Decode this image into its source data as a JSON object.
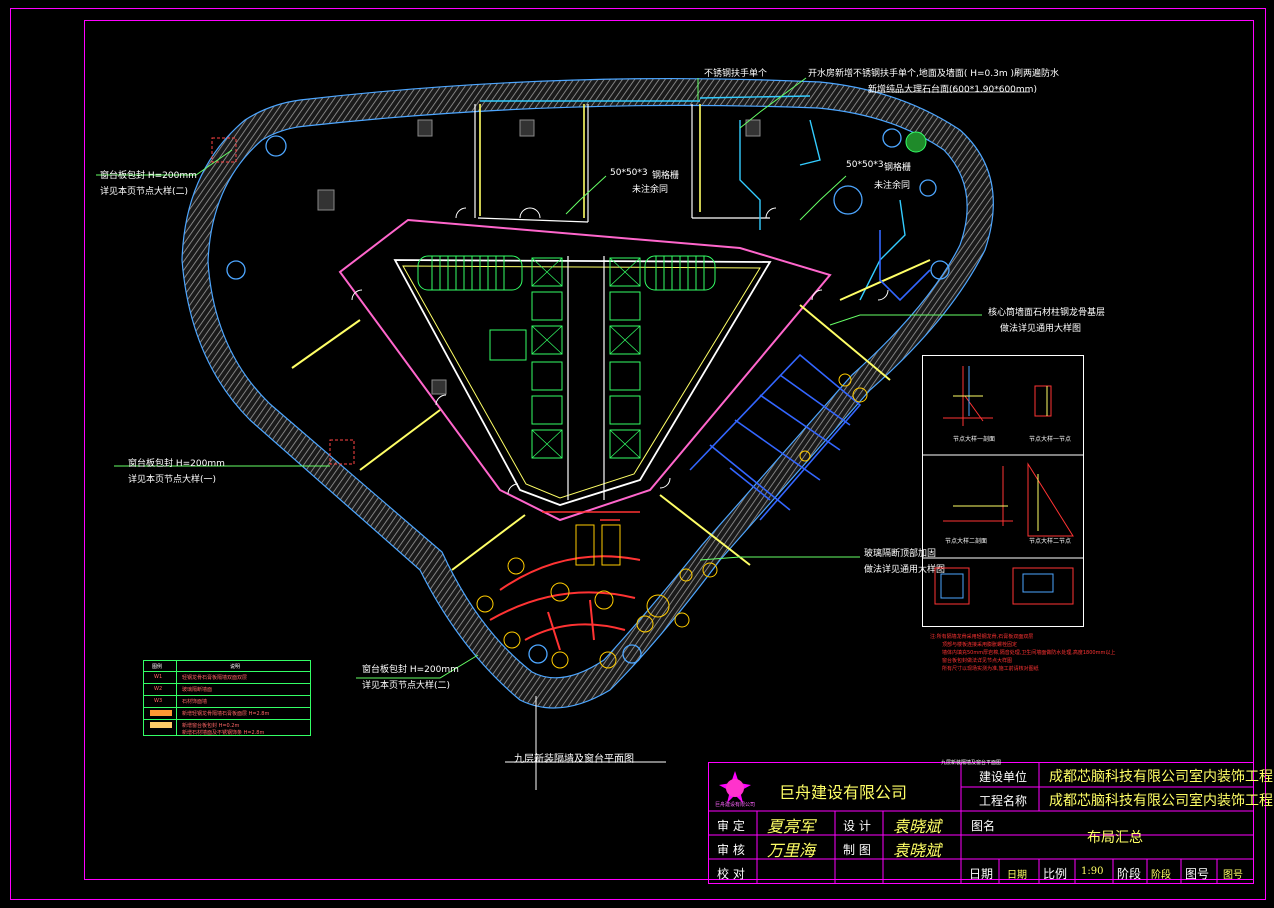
{
  "labels": {
    "window_seal_2": "窗台板包封 H=200mm",
    "window_seal_2_ref": "详见本页节点大样(二)",
    "window_seal_1": "窗台板包封 H=200mm",
    "window_seal_1_ref": "详见本页节点大样(一)",
    "window_seal_3": "窗台板包封 H=200mm",
    "window_seal_3_ref": "详见本页节点大样(二)",
    "stainless_handrail": "不锈钢扶手单个",
    "water_room_note": "开水房新增不锈钢扶手单个,地面及墙面( H=0.3m )刷两遍防水",
    "marble_counter": "新增纯品大理石台面(600*1.90*600mm)",
    "steel_a": "50*50*3",
    "steel_a2": "钢格栅",
    "steel_a3": "未注余同",
    "steel_b": "50*50*3",
    "steel_b2": "钢格栅",
    "steel_b3": "未注余同",
    "core_wall": "核心筒墙面石材柱钢龙骨基层",
    "core_wall_ref": "做法详见通用大样图",
    "glass_partition": "玻璃隔断顶部加固",
    "glass_partition_ref": "做法详见通用大样图",
    "plan_title": "九层新装隔墙及窗台平面图",
    "detail_1a": "节点大样一剖面",
    "detail_1b": "节点大样一节点",
    "detail_2a": "节点大样二剖面",
    "detail_2b": "节点大样二节点",
    "detail_title_small": "窗台板包封节点平面图"
  },
  "notes": [
    "注:所有隔墙龙骨采用轻钢龙骨,石膏板双面双层",
    "顶部与楼板连接采用膨胀螺栓固定",
    "墙体内填充50mm厚岩棉,隔音处理,卫生间墙面做防水处理,高度1800mm以上",
    "窗台板包封做法详见节点大样图",
    "所有尺寸以现场实测为准,施工前请核对图纸"
  ],
  "legend": {
    "headers": [
      "图例",
      "说明"
    ],
    "rows": [
      {
        "code": "W1",
        "text": "轻钢龙骨石膏板隔墙双面双层"
      },
      {
        "code": "W2",
        "text": "玻璃隔断墙面"
      },
      {
        "code": "W3",
        "text": "石材饰面墙"
      },
      {
        "code": "",
        "text": "新增轻钢龙骨隔墙石膏板面层 H=2.8m"
      },
      {
        "code": "",
        "text": "新增窗台板包封 H=0.2m"
      },
      {
        "code": "",
        "text": "新增石材墙面及不锈钢饰条 H=2.8m"
      }
    ]
  },
  "title_block": {
    "company": "巨舟建设有限公司",
    "company_small": "巨舟建设有限公司",
    "client_label": "建设单位",
    "client_value": "成都芯脑科技有限公司室内装饰工程",
    "project_label": "工程名称",
    "project_value": "成都芯脑科技有限公司室内装饰工程",
    "top_caption": "九层新装隔墙及窗台平面图",
    "review_label": "审  定",
    "review_value": "夏亮军",
    "design_label": "设  计",
    "design_value": "袁晓斌",
    "check_label": "审  核",
    "check_value": "万里海",
    "draw_label": "制  图",
    "draw_value": "袁晓斌",
    "proof_label": "校  对",
    "drawing_name_label": "图名",
    "drawing_name_value": "布局汇总",
    "date_label": "日期",
    "date_value": "日期",
    "scale_label": "比例",
    "scale_value": "1:90",
    "stage_label": "阶段",
    "stage_value": "阶段",
    "no_label": "图号",
    "no_value": "图号"
  },
  "colors": {
    "frame": "#ff00ff",
    "wall_outline": "#4da6ff",
    "wall_hatch": "#bdbdbd",
    "core": "#ff66cc",
    "glass": "#ffff66",
    "stairs": "#33ff66",
    "partition_blue": "#3366ff",
    "furniture_yellow": "#ffcc00",
    "furniture_red": "#ff3333",
    "leader": "#66ff66",
    "text": "#ffffff"
  }
}
